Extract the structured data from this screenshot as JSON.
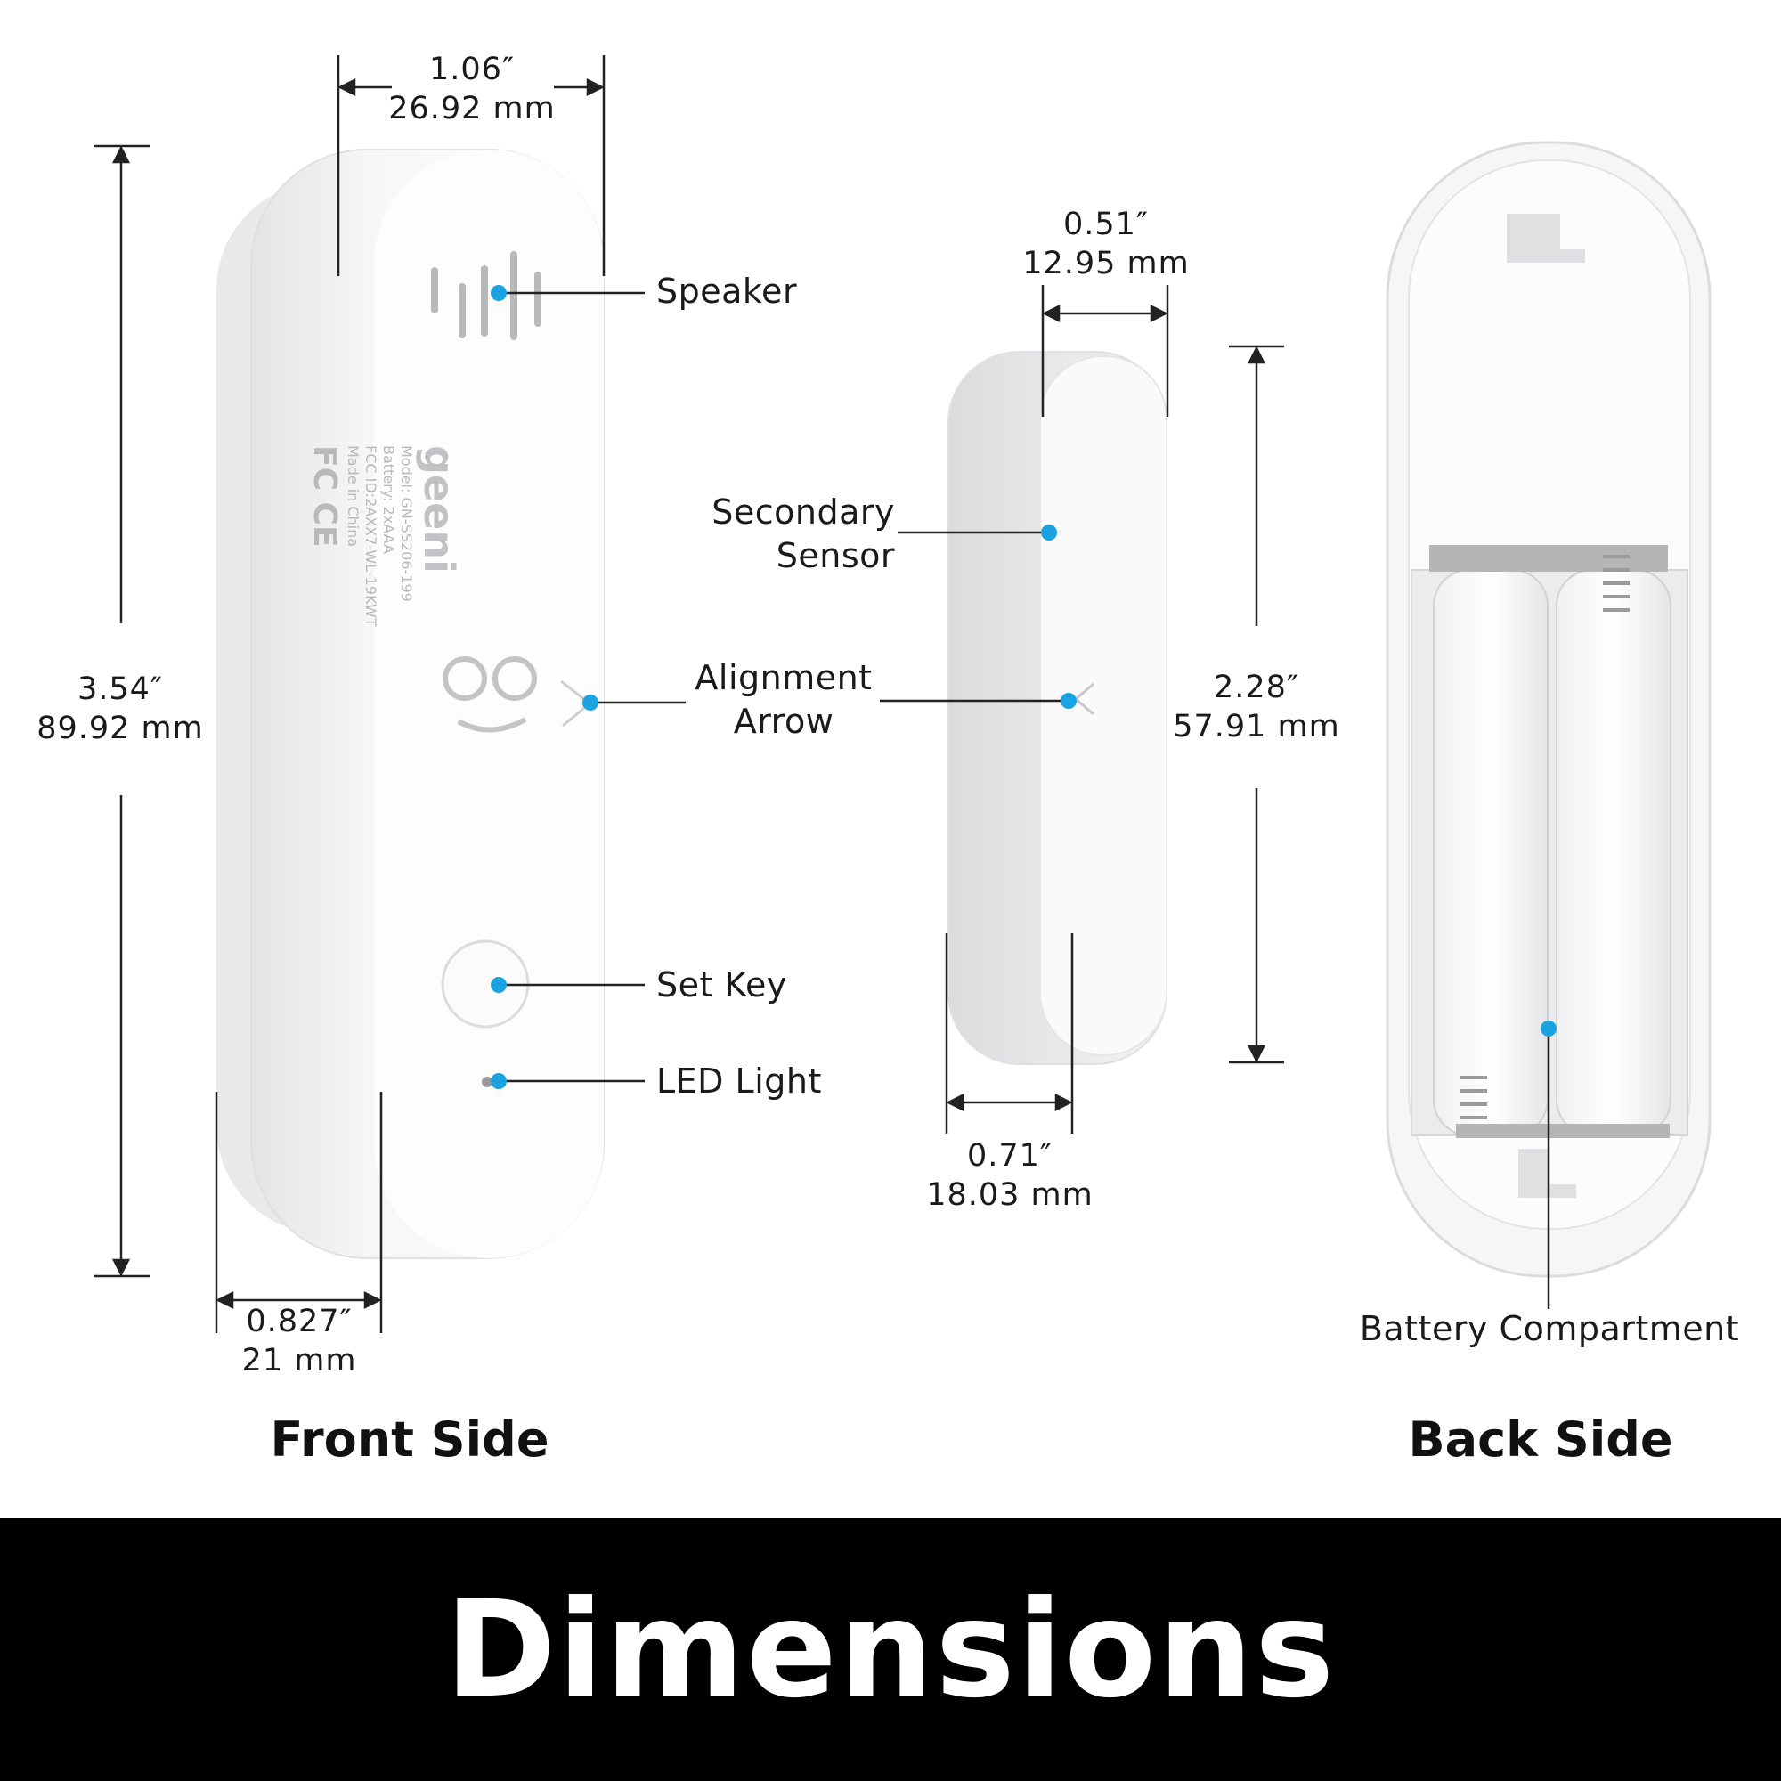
{
  "dimensions": {
    "front_width": {
      "inch": "1.06″",
      "mm": "26.92 mm"
    },
    "front_height": {
      "inch": "3.54″",
      "mm": "89.92 mm"
    },
    "front_depth": {
      "inch": "0.827″",
      "mm": "21 mm"
    },
    "sensor_width": {
      "inch": "0.51″",
      "mm": "12.95 mm"
    },
    "sensor_height": {
      "inch": "2.28″",
      "mm": "57.91 mm"
    },
    "sensor_depth": {
      "inch": "0.71″",
      "mm": "18.03 mm"
    }
  },
  "labels": {
    "speaker": "Speaker",
    "secondary_sensor_1": "Secondary",
    "secondary_sensor_2": "Sensor",
    "alignment_arrow_1": "Alignment",
    "alignment_arrow_2": "Arrow",
    "set_key": "Set Key",
    "led_light": "LED Light",
    "battery_compartment": "Battery Compartment"
  },
  "device_print": {
    "brand": "geeni",
    "model": "Model: GN-SS206-199",
    "battery": "Battery: 2xAAA",
    "fcc": "FCC ID:2AXX7-WL-19KWT",
    "origin": "Made in China",
    "marks": "FC CE"
  },
  "sides": {
    "front": "Front Side",
    "back": "Back Side"
  },
  "banner": {
    "title": "Dimensions"
  },
  "colors": {
    "callout_dot": "#1aa3e0",
    "line": "#222222",
    "banner_bg": "#000000",
    "banner_text": "#ffffff"
  }
}
